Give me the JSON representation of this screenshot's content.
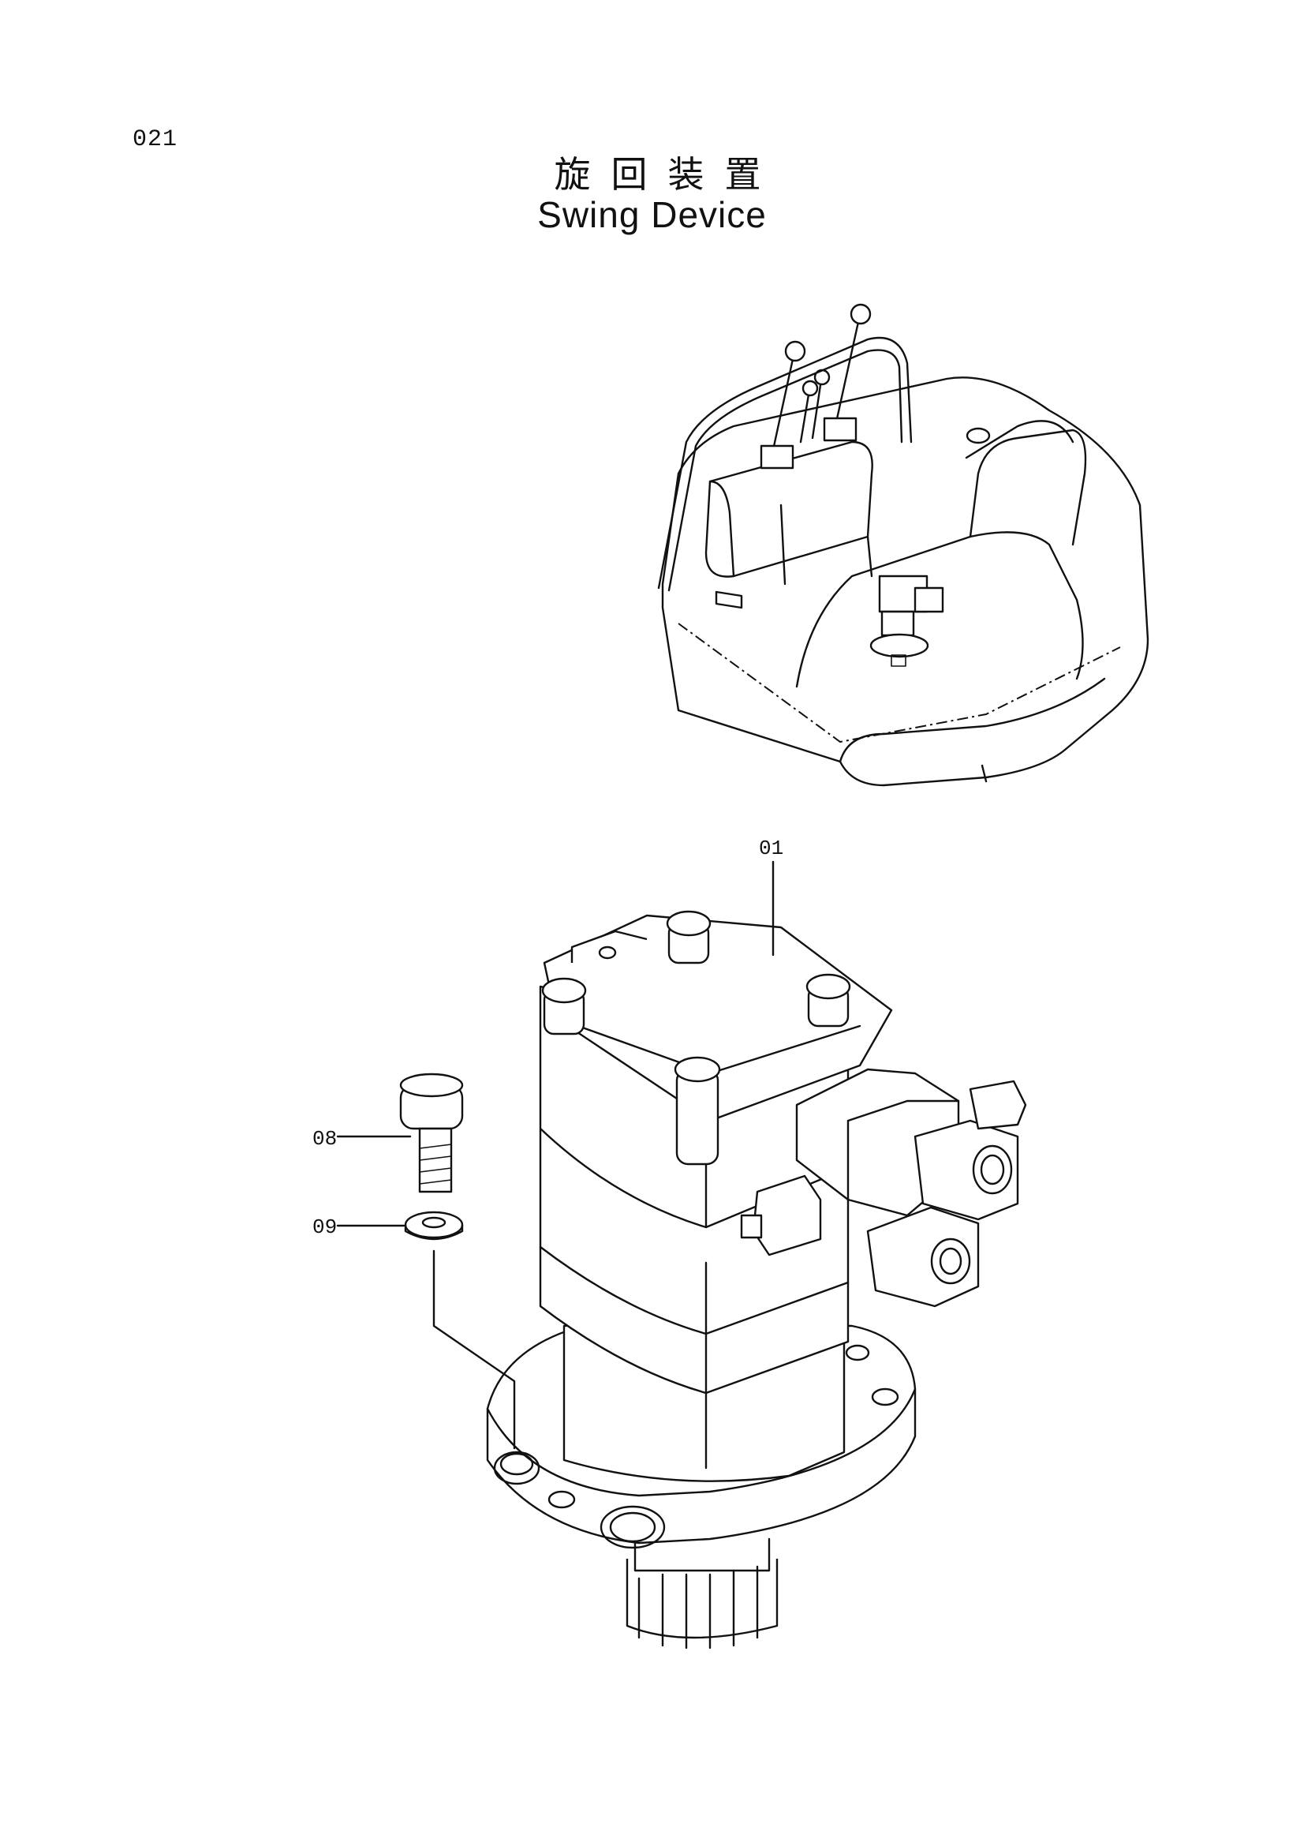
{
  "page": {
    "number": "021",
    "title_jp": "旋回装置",
    "title_en": "Swing Device"
  },
  "callouts": [
    {
      "id": "01",
      "label": "01"
    },
    {
      "id": "08",
      "label": "08"
    },
    {
      "id": "09",
      "label": "09"
    }
  ]
}
